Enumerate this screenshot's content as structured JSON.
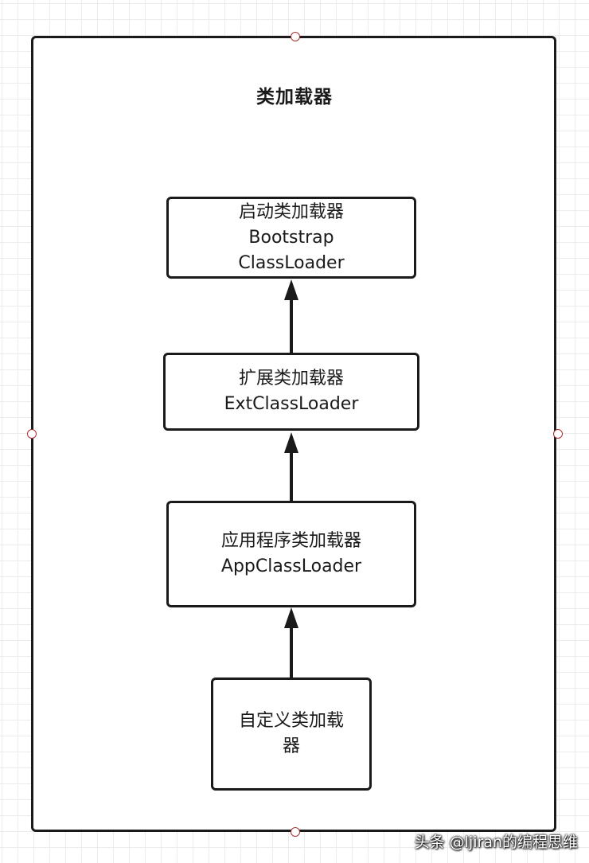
{
  "diagram": {
    "title": "类加载器",
    "nodes": {
      "bootstrap": {
        "line1": "启动类加载器",
        "line2": "Bootstrap",
        "line3": "ClassLoader"
      },
      "ext": {
        "line1": "扩展类加载器",
        "line2": "ExtClassLoader"
      },
      "app": {
        "line1": "应用程序类加载器",
        "line2": "AppClassLoader"
      },
      "custom": {
        "line1": "自定义类加载",
        "line2": "器"
      }
    },
    "edges": [
      {
        "from": "custom",
        "to": "app"
      },
      {
        "from": "app",
        "to": "ext"
      },
      {
        "from": "ext",
        "to": "bootstrap"
      }
    ]
  },
  "watermark": "头条 @ljiran的编程思维"
}
